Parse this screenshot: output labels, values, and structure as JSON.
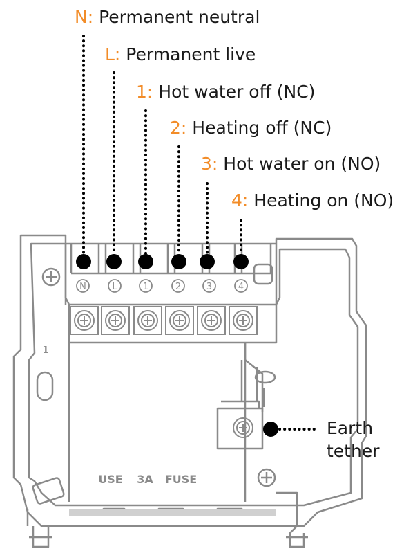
{
  "labels": [
    {
      "key": "N:",
      "text": " Permanent neutral"
    },
    {
      "key": "L:",
      "text": " Permanent live"
    },
    {
      "key": "1:",
      "text": " Hot water off (NC)"
    },
    {
      "key": "2:",
      "text": " Heating off (NC)"
    },
    {
      "key": "3:",
      "text": " Hot water on (NO)"
    },
    {
      "key": "4:",
      "text": " Heating on (NO)"
    }
  ],
  "terminals": [
    "N",
    "L",
    "1",
    "2",
    "3",
    "4"
  ],
  "plate": {
    "side_mark": "1",
    "fuse_use": "USE",
    "fuse_rating": "3A",
    "fuse_word": "FUSE"
  },
  "earth": {
    "line1": "Earth",
    "line2": "tether"
  },
  "colors": {
    "accent": "#f28c28",
    "outline": "#8a8a8a",
    "dot": "#000000"
  }
}
